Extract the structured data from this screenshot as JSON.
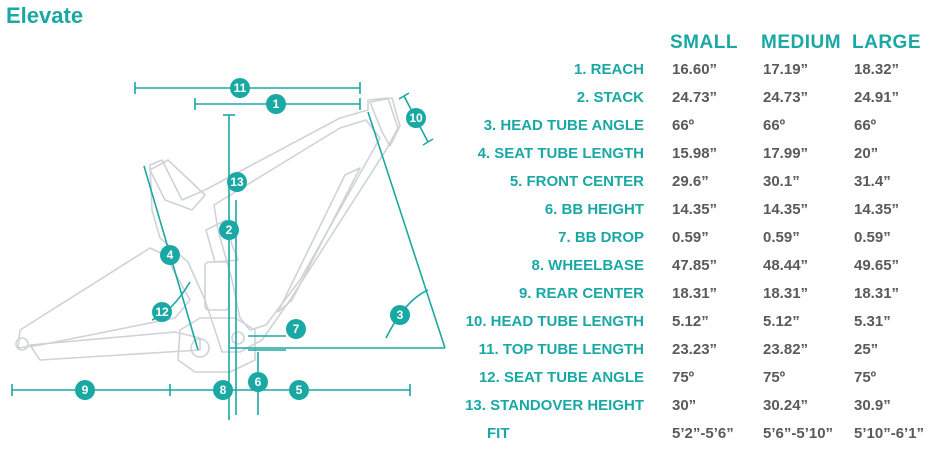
{
  "title": "Elevate",
  "columns": [
    "SMALL",
    "MEDIUM",
    "LARGE"
  ],
  "rows": [
    {
      "label": "1. REACH",
      "values": [
        "16.60”",
        "17.19”",
        "18.32”"
      ]
    },
    {
      "label": "2. STACK",
      "values": [
        "24.73”",
        "24.73”",
        "24.91”"
      ]
    },
    {
      "label": "3. HEAD TUBE ANGLE",
      "values": [
        "66º",
        "66º",
        "66º"
      ]
    },
    {
      "label": "4. SEAT TUBE LENGTH",
      "values": [
        "15.98”",
        "17.99”",
        "20”"
      ]
    },
    {
      "label": "5. FRONT CENTER",
      "values": [
        "29.6”",
        "30.1”",
        "31.4”"
      ]
    },
    {
      "label": "6. BB HEIGHT",
      "values": [
        "14.35”",
        "14.35”",
        "14.35”"
      ]
    },
    {
      "label": "7. BB DROP",
      "values": [
        "0.59”",
        "0.59”",
        "0.59”"
      ]
    },
    {
      "label": "8. WHEELBASE",
      "values": [
        "47.85”",
        "48.44”",
        "49.65”"
      ]
    },
    {
      "label": "9. REAR CENTER",
      "values": [
        "18.31”",
        "18.31”",
        "18.31”"
      ]
    },
    {
      "label": "10. HEAD TUBE LENGTH",
      "values": [
        "5.12”",
        "5.12”",
        "5.31”"
      ]
    },
    {
      "label": "11. TOP TUBE LENGTH",
      "values": [
        "23.23”",
        "23.82”",
        "25”"
      ]
    },
    {
      "label": "12. SEAT TUBE ANGLE",
      "values": [
        "75º",
        "75º",
        "75º"
      ]
    },
    {
      "label": "13. STANDOVER HEIGHT",
      "values": [
        "30”",
        "30.24”",
        "30.9”"
      ]
    },
    {
      "label": "FIT",
      "values": [
        "5’2”-5’6”",
        "5’6”-5’10”",
        "5’10”-6’1”"
      ]
    }
  ],
  "badges": [
    "1",
    "2",
    "3",
    "4",
    "5",
    "6",
    "7",
    "8",
    "9",
    "10",
    "11",
    "12",
    "13"
  ],
  "colors": {
    "accent": "#1aa8a4",
    "value_text": "#5a5a5a",
    "frame_line": "#cfd3d6"
  },
  "icons": {
    "frame": "bike-frame-drawing"
  }
}
